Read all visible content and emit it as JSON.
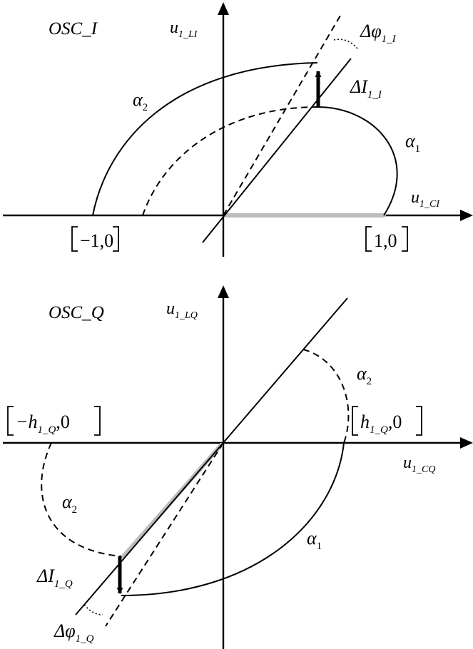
{
  "top": {
    "panel_label": "OSC_I",
    "y_axis": {
      "base": "u",
      "sub": "1_LI"
    },
    "x_axis": {
      "base": "u",
      "sub": "1_CI"
    },
    "alpha2": {
      "base": "α",
      "sub": "2"
    },
    "alpha1": {
      "base": "α",
      "sub": "1"
    },
    "delta_phi": {
      "base": "Δφ",
      "sub": "1_I"
    },
    "delta_i": {
      "base": "ΔI",
      "sub": "1_I"
    },
    "point_left": "−1,0",
    "point_right": "1,0"
  },
  "bottom": {
    "panel_label": "OSC_Q",
    "y_axis": {
      "base": "u",
      "sub": "1_LQ"
    },
    "x_axis": {
      "base": "u",
      "sub": "1_CQ"
    },
    "alpha2_upper": {
      "base": "α",
      "sub": "2"
    },
    "alpha2_lower": {
      "base": "α",
      "sub": "2"
    },
    "alpha1": {
      "base": "α",
      "sub": "1"
    },
    "delta_i": {
      "base": "ΔI",
      "sub": "1_Q"
    },
    "delta_phi": {
      "base": "Δφ",
      "sub": "1_Q"
    },
    "point_left": {
      "pre": "−h",
      "sub": "1_Q",
      "post": ",0"
    },
    "point_right": {
      "pre": "h",
      "sub": "1_Q",
      "post": ",0"
    }
  }
}
